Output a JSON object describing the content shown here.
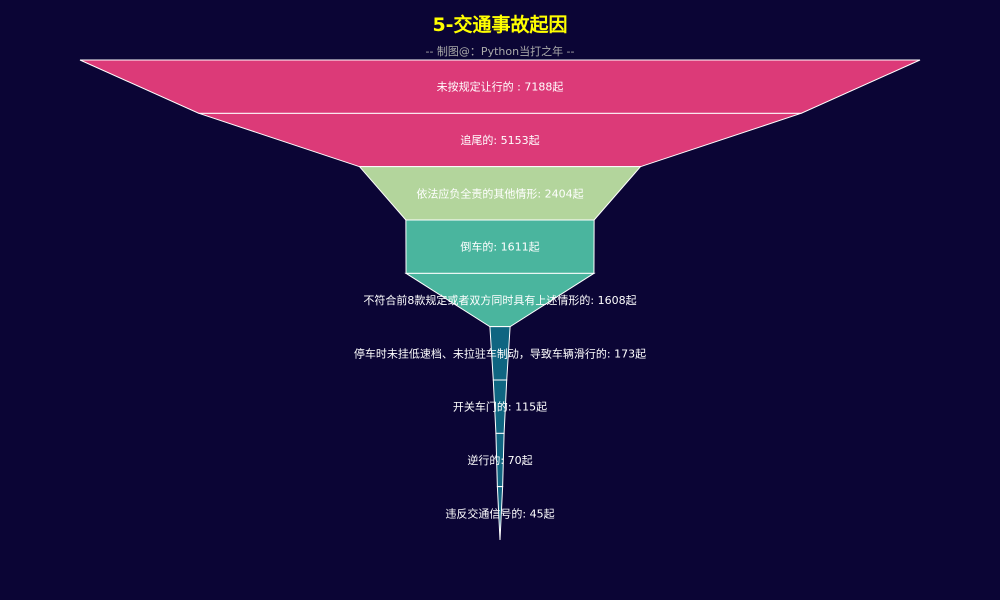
{
  "chart_data": {
    "type": "funnel",
    "title": "5-交通事故起因",
    "subtitle": "-- 制图@：Python当打之年 --",
    "colors": {
      "background": "#0b0535",
      "title": "#ffff00",
      "label": "#ffffff",
      "segment_stroke": "#ffffff"
    },
    "segments": [
      {
        "name": "未按规定让行的",
        "value": 7188,
        "label": "未按规定让行的 : 7188起",
        "color": "#dc3a78"
      },
      {
        "name": "追尾的",
        "value": 5153,
        "label": "追尾的: 5153起",
        "color": "#dc3a78"
      },
      {
        "name": "依法应负全责的其他情形",
        "value": 2404,
        "label": "依法应负全责的其他情形: 2404起",
        "color": "#b3d59c"
      },
      {
        "name": "倒车的",
        "value": 1611,
        "label": "倒车的: 1611起",
        "color": "#4ab59e"
      },
      {
        "name": "不符合前8款规定或者双方同时具有上述情形的",
        "value": 1608,
        "label": "不符合前8款规定或者双方同时具有上述情形的: 1608起",
        "color": "#4ab59e"
      },
      {
        "name": "停车时未挂低速档、未拉驻车制动，导致车辆滑行的",
        "value": 173,
        "label": "停车时未挂低速档、未拉驻车制动，导致车辆滑行的: 173起",
        "color": "#0f6581"
      },
      {
        "name": "开关车门的",
        "value": 115,
        "label": "开关车门的: 115起",
        "color": "#0f6581"
      },
      {
        "name": "逆行的",
        "value": 70,
        "label": "逆行的: 70起",
        "color": "#0f6581"
      },
      {
        "name": "违反交通信号的",
        "value": 45,
        "label": "违反交通信号的: 45起",
        "color": "#0f6581"
      }
    ]
  }
}
